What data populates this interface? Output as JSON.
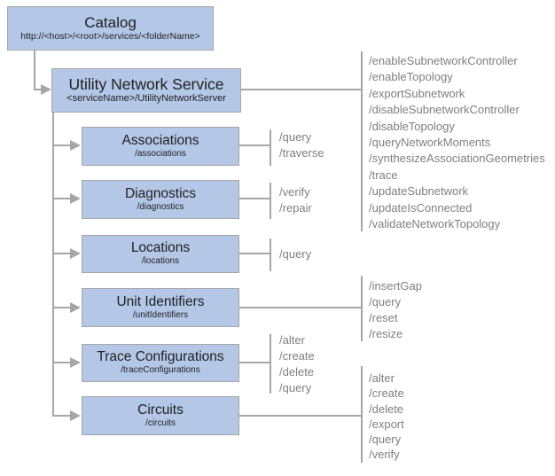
{
  "catalog": {
    "title": "Catalog",
    "subtitle": "http://<host>/<root>/services/<folderName>"
  },
  "service": {
    "title": "Utility Network Service",
    "subtitle": "<serviceName>/UtilityNetworkServer",
    "operations": [
      "/enableSubnetworkController",
      "/enableTopology",
      "/exportSubnetwork",
      "/disableSubnetworkController",
      "/disableTopology",
      "/queryNetworkMoments",
      "/synthesizeAssociationGeometries",
      "/trace",
      "/updateSubnetwork",
      "/updateIsConnected",
      "/validateNetworkTopology"
    ]
  },
  "resources": [
    {
      "title": "Associations",
      "subtitle": "/associations",
      "operations": [
        "/query",
        "/traverse"
      ]
    },
    {
      "title": "Diagnostics",
      "subtitle": "/diagnostics",
      "operations": [
        "/verify",
        "/repair"
      ]
    },
    {
      "title": "Locations",
      "subtitle": "/locations",
      "operations": [
        "/query"
      ]
    },
    {
      "title": "Unit Identifiers",
      "subtitle": "/unitIdentifiers",
      "operations": [
        "/insertGap",
        "/query",
        "/reset",
        "/resize"
      ]
    },
    {
      "title": "Trace Configurations",
      "subtitle": "/traceConfigurations",
      "operations": [
        "/alter",
        "/create",
        "/delete",
        "/query"
      ]
    },
    {
      "title": "Circuits",
      "subtitle": "/circuits",
      "operations": [
        "/alter",
        "/create",
        "/delete",
        "/export",
        "/query",
        "/verify"
      ]
    }
  ],
  "colors": {
    "box_fill": "#b4c7e7",
    "box_border": "#a6a6a6",
    "connector": "#a6a6a6",
    "title_text": "#1f1f1f",
    "operation_text": "#7f7f7f",
    "background": "#ffffff"
  }
}
